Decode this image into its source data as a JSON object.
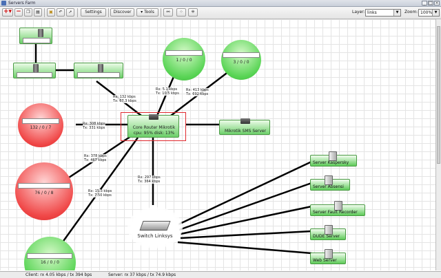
{
  "window": {
    "title": "Servers Farm"
  },
  "toolbar": {
    "settings_label": "Settings",
    "discover_label": "Discover",
    "tools_label": "Tools",
    "layer_label": "Layer:",
    "layer_value": "links",
    "zoom_label": "Zoom:",
    "zoom_value": "100%"
  },
  "nodes": {
    "core_router": {
      "name": "Core Router Mikrotik",
      "stats": "cpu: 95% disk: 13%"
    },
    "sms_server": {
      "name": "Mikrotik SMS Server"
    },
    "switch": {
      "name": "Switch Linksys"
    },
    "circle_top1": {
      "counts": "1 / 0 / 0"
    },
    "circle_top2": {
      "counts": "3 / 0 / 0"
    },
    "red_upper": {
      "counts": "132 / 0 / 7"
    },
    "red_lower": {
      "counts": "76 / 0 / 8"
    },
    "circle_bottom": {
      "counts": "16 / 0 / 0"
    }
  },
  "servers": [
    {
      "name": "Server Kaspersky"
    },
    {
      "name": "Server Absensi"
    },
    {
      "name": "Server Fault Recorder"
    },
    {
      "name": "DUDE Server"
    },
    {
      "name": "Web Server"
    }
  ],
  "links": {
    "l1": {
      "rx": "Rx: 132 kbps",
      "tx": "Tx: 67.3 kbps"
    },
    "l2": {
      "rx": "Rx: 5.1 kbps",
      "tx": "Tx: 10.5 kbps"
    },
    "l3": {
      "rx": "Rx: 413 kbps",
      "tx": "Tx: 692 kbps"
    },
    "l4": {
      "rx": "Rx: 308 kbps",
      "tx": "Tx: 331 kbps"
    },
    "l5": {
      "rx": "Rx: 378 kbps",
      "tx": "Tx: 467 kbps"
    },
    "l6": {
      "rx": "Rx: 297 kbps",
      "tx": "Tx: 364 kbps"
    },
    "l7": {
      "rx": "Rx: 15.3 kbps",
      "tx": "Tx: 7.50 kbps"
    }
  },
  "status": {
    "client": "Client: rx 4.05 kbps / tx 394 bps",
    "server": "Server: rx 37 kbps / tx 74.9 kbps"
  },
  "colors": {
    "node_green": "#5dcb58",
    "node_red": "#f04848",
    "selection": "#e0282d",
    "link": "#000000"
  },
  "icons": [
    "plus-icon",
    "minus-icon",
    "copy-icon",
    "paste-icon",
    "lock-icon",
    "undo-icon",
    "pointer-icon",
    "binoculars-icon",
    "connect-icon",
    "layout-icon",
    "close-icon"
  ]
}
